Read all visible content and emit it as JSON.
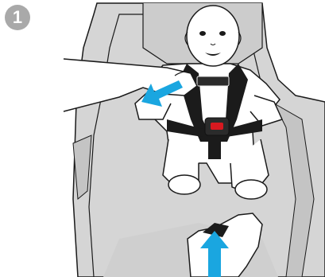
{
  "step": {
    "number": "1"
  },
  "illustration": {
    "subject": "infant-car-seat-harness",
    "colors": {
      "seat_gray": "#d5d5d5",
      "seat_dark": "#b9b9b9",
      "outline": "#1a1a1a",
      "skin": "#ffffff",
      "harness": "#1b1b1b",
      "buckle_button": "#d71920",
      "arrow_blue": "#1aa6e0"
    },
    "arrows": [
      {
        "name": "arrow-pull-harness-left",
        "direction": "down-left"
      },
      {
        "name": "arrow-push-adjuster-up",
        "direction": "up"
      }
    ]
  }
}
